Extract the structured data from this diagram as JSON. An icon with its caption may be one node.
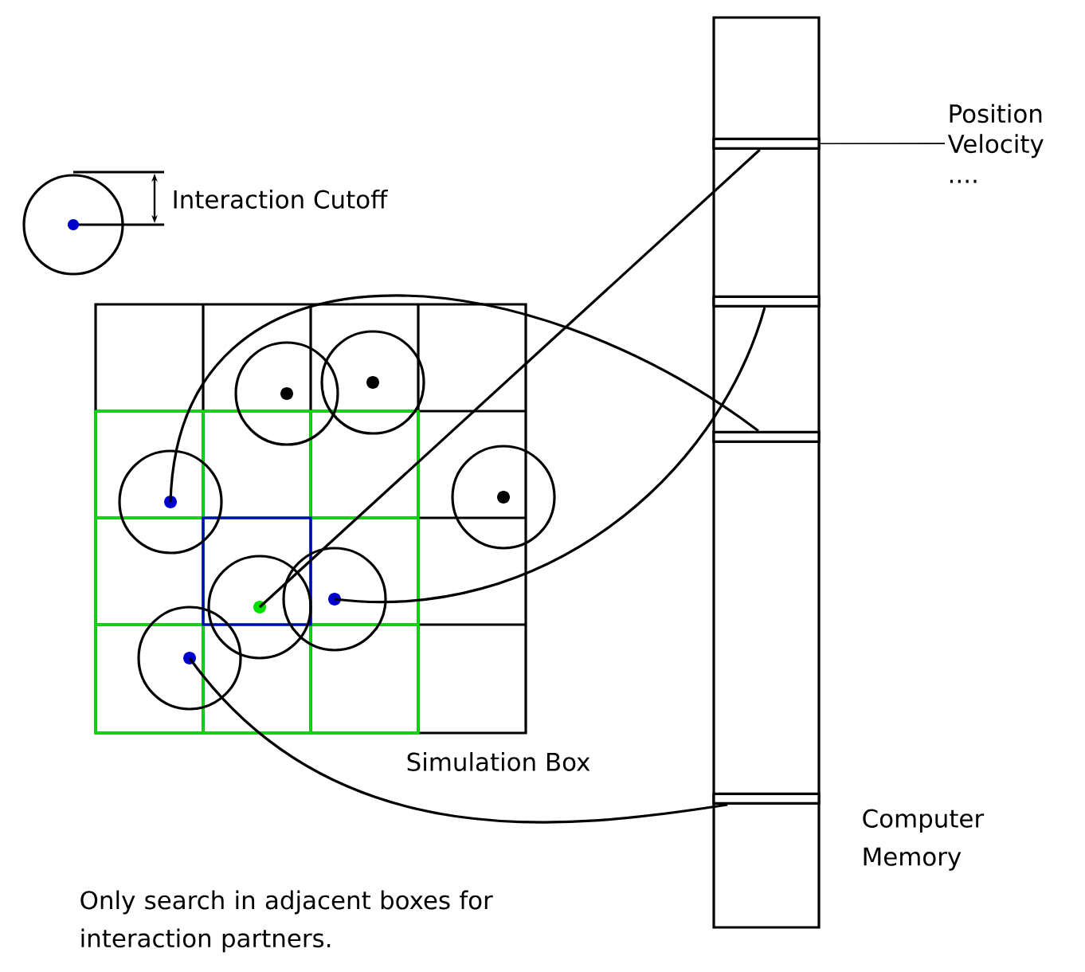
{
  "diagram": {
    "nodes": [
      {
        "text": [
          "Position Velocity ...."
        ]
      },
      {
        "text": [],
        "shape": "box",
        "beside": [
          "Computer Memory"
        ]
      },
      {
        "text": [],
        "shape": "box",
        "in": 1
      },
      {
        "text": [],
        "shape": "box",
        "in": 1
      },
      {
        "text": [],
        "shape": "box",
        "in": 1
      },
      {
        "text": [],
        "shape": "box",
        "in": 1
      },
      {
        "text": [],
        "shape": "circle"
      },
      {
        "text": [],
        "shape": "circle"
      },
      {
        "text": [],
        "shape": "circle"
      },
      {
        "text": [],
        "shape": "circle"
      },
      {
        "text": [],
        "shape": "circle"
      },
      {
        "text": [],
        "shape": "circle"
      },
      {
        "text": [],
        "shape": "circle"
      }
    ],
    "edges": [
      {
        "from": 0,
        "to": 2,
        "arrow": "none"
      },
      {
        "from": 9,
        "to": 4,
        "arrow": "none"
      },
      {
        "from": 10,
        "to": 3,
        "arrow": "none"
      },
      {
        "from": 11,
        "to": 2,
        "arrow": "none"
      },
      {
        "from": 12,
        "to": 5,
        "arrow": "none"
      }
    ],
    "labels": [
      "Interaction Cutoff",
      "Simulation Box",
      "Only search in adjacent boxes for interaction partners."
    ]
  }
}
